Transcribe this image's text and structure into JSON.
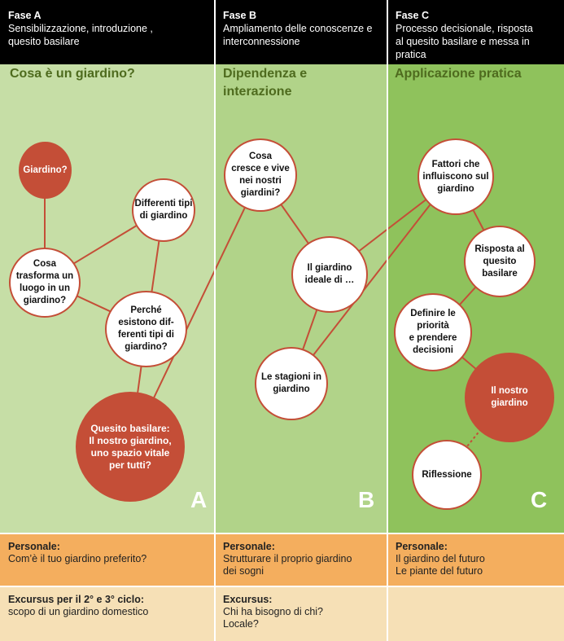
{
  "phases": [
    {
      "title": "Fase A",
      "desc": "Sensibilizzazione, introduzione ,\nquesito basilare",
      "subtitle": "Cosa è un giardino?",
      "letter": "A"
    },
    {
      "title": "Fase B",
      "desc": "Ampliamento delle conoscenze e\ninterconnessione",
      "subtitle": "Dipendenza e\ninterazione",
      "letter": "B"
    },
    {
      "title": "Fase C",
      "desc": "Processo decisionale, risposta\nal quesito basilare e messa in\npratica",
      "subtitle": "Applicazione pratica",
      "letter": "C"
    }
  ],
  "nodes": {
    "giardino": "Giardino?",
    "tipi": "Differenti tipi\ndi giardino",
    "trasforma": "Cosa\ntrasforma un\nluogo in un\ngiardino?",
    "perche": "Perché\nesistono dif-\nferenti tipi di\ngiardino?",
    "quesito": "Quesito basilare:\nIl nostro giardino,\nuno spazio vitale\nper tutti?",
    "cresce": "Cosa\ncresce e vive\nnei nostri\ngiardini?",
    "ideale": "Il giardino\nideale di …",
    "stagioni": "Le stagioni in\ngiardino",
    "fattori": "Fattori che\ninfluiscono sul\ngiardino",
    "risposta": "Risposta al\nquesito\nbasilare",
    "priorita": "Definire le\npriorità\ne prendere\ndecisioni",
    "nostro": "Il nostro\ngiardino",
    "riflessione": "Riflessione"
  },
  "personale": {
    "label": "Personale:",
    "a": "Com’è il tuo giardino preferito?",
    "b": "Strutturare il proprio giardino\ndei sogni",
    "c": "Il giardino del futuro\nLe piante del futuro"
  },
  "excursus": {
    "label_a": "Excursus per il 2° e 3° ciclo:",
    "a": "scopo di un giardino domestico",
    "label_b": "Excursus:",
    "b": "Chi ha bisogno di chi?\nLocale?"
  },
  "colors": {
    "col_a": "#c6dea6",
    "col_b": "#b1d389",
    "col_c": "#8fc25c",
    "node_red": "#c44e37",
    "personale_bg": "#f4ae5e",
    "excursus_bg": "#f6e0b6",
    "subtitle_text": "#4e6b1e"
  }
}
